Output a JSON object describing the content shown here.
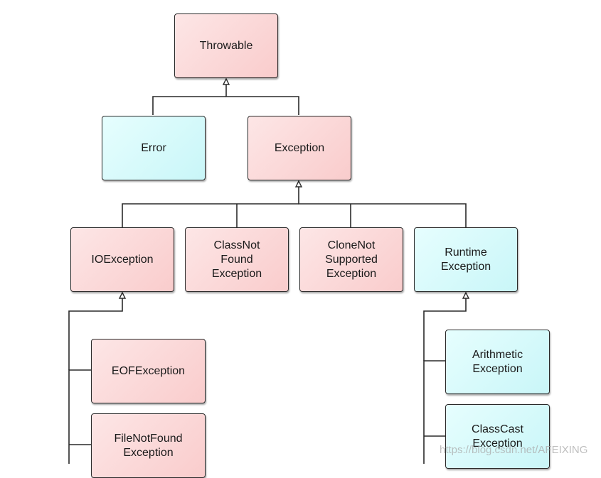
{
  "colors": {
    "pink_fill": "#f9cccc",
    "cyan_fill": "#c9f6f8",
    "line": "#2a2a2a"
  },
  "nodes": {
    "throwable": {
      "label": "Throwable",
      "color": "pink"
    },
    "error": {
      "label": "Error",
      "color": "cyan"
    },
    "exception": {
      "label": "Exception",
      "color": "pink"
    },
    "ioexception": {
      "label": "IOException",
      "color": "pink"
    },
    "classnotfound": {
      "label": "ClassNot\nFound\nException",
      "color": "pink"
    },
    "clonenotsupported": {
      "label": "CloneNot\nSupported\nException",
      "color": "pink"
    },
    "runtime": {
      "label": "Runtime\nException",
      "color": "cyan"
    },
    "eofexception": {
      "label": "EOFException",
      "color": "pink"
    },
    "filenotfound": {
      "label": "FileNotFound\nException",
      "color": "pink"
    },
    "arithmetic": {
      "label": "Arithmetic\nException",
      "color": "cyan"
    },
    "classcast": {
      "label": "ClassCast\nException",
      "color": "cyan"
    }
  },
  "edges": [
    {
      "from": "error",
      "to": "throwable"
    },
    {
      "from": "exception",
      "to": "throwable"
    },
    {
      "from": "ioexception",
      "to": "exception"
    },
    {
      "from": "classnotfound",
      "to": "exception"
    },
    {
      "from": "clonenotsupported",
      "to": "exception"
    },
    {
      "from": "runtime",
      "to": "exception"
    },
    {
      "from": "eofexception",
      "to": "ioexception"
    },
    {
      "from": "filenotfound",
      "to": "ioexception"
    },
    {
      "from": "arithmetic",
      "to": "runtime"
    },
    {
      "from": "classcast",
      "to": "runtime"
    }
  ],
  "watermark": "https://blog.csdn.net/AFEIXING"
}
